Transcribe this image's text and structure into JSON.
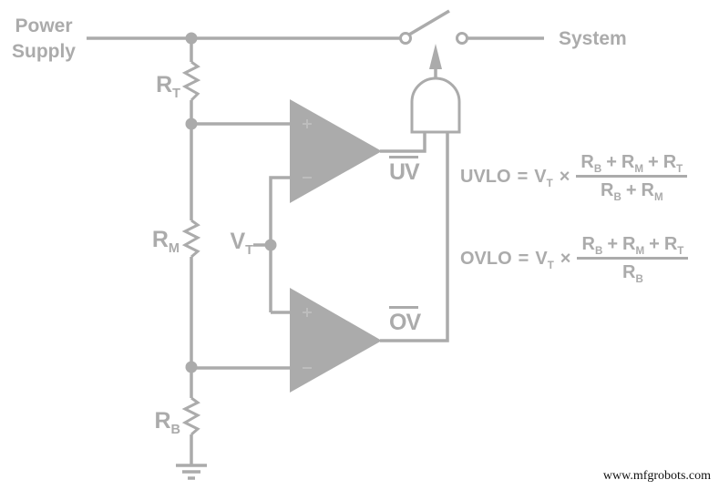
{
  "colors": {
    "diagram": "#ababab",
    "faint": "#bdbdbd",
    "watermark": "#111111",
    "background": "#ffffff"
  },
  "labels": {
    "power_supply_line1": "Power",
    "power_supply_line2": "Supply",
    "system": "System",
    "resistors": {
      "rt": {
        "base": "R",
        "sub": "T"
      },
      "rm": {
        "base": "R",
        "sub": "M"
      },
      "rb": {
        "base": "R",
        "sub": "B"
      }
    },
    "vref": {
      "base": "V",
      "sub": "T"
    },
    "uv_output": "UV",
    "ov_output": "OV"
  },
  "formulas": {
    "uvlo": {
      "lhs": "UVLO",
      "equals": "=",
      "factor": {
        "base": "V",
        "sub": "T"
      },
      "operator": "×",
      "numerator": [
        {
          "base": "R",
          "sub": "B"
        },
        {
          "op": "+"
        },
        {
          "base": "R",
          "sub": "M"
        },
        {
          "op": "+"
        },
        {
          "base": "R",
          "sub": "T"
        }
      ],
      "denominator": [
        {
          "base": "R",
          "sub": "B"
        },
        {
          "op": "+"
        },
        {
          "base": "R",
          "sub": "M"
        }
      ]
    },
    "ovlo": {
      "lhs": "OVLO",
      "equals": "=",
      "factor": {
        "base": "V",
        "sub": "T"
      },
      "operator": "×",
      "numerator": [
        {
          "base": "R",
          "sub": "B"
        },
        {
          "op": "+"
        },
        {
          "base": "R",
          "sub": "M"
        },
        {
          "op": "+"
        },
        {
          "base": "R",
          "sub": "T"
        }
      ],
      "denominator": [
        {
          "base": "R",
          "sub": "B"
        }
      ]
    }
  },
  "watermark": "www.mfgrobots.com"
}
